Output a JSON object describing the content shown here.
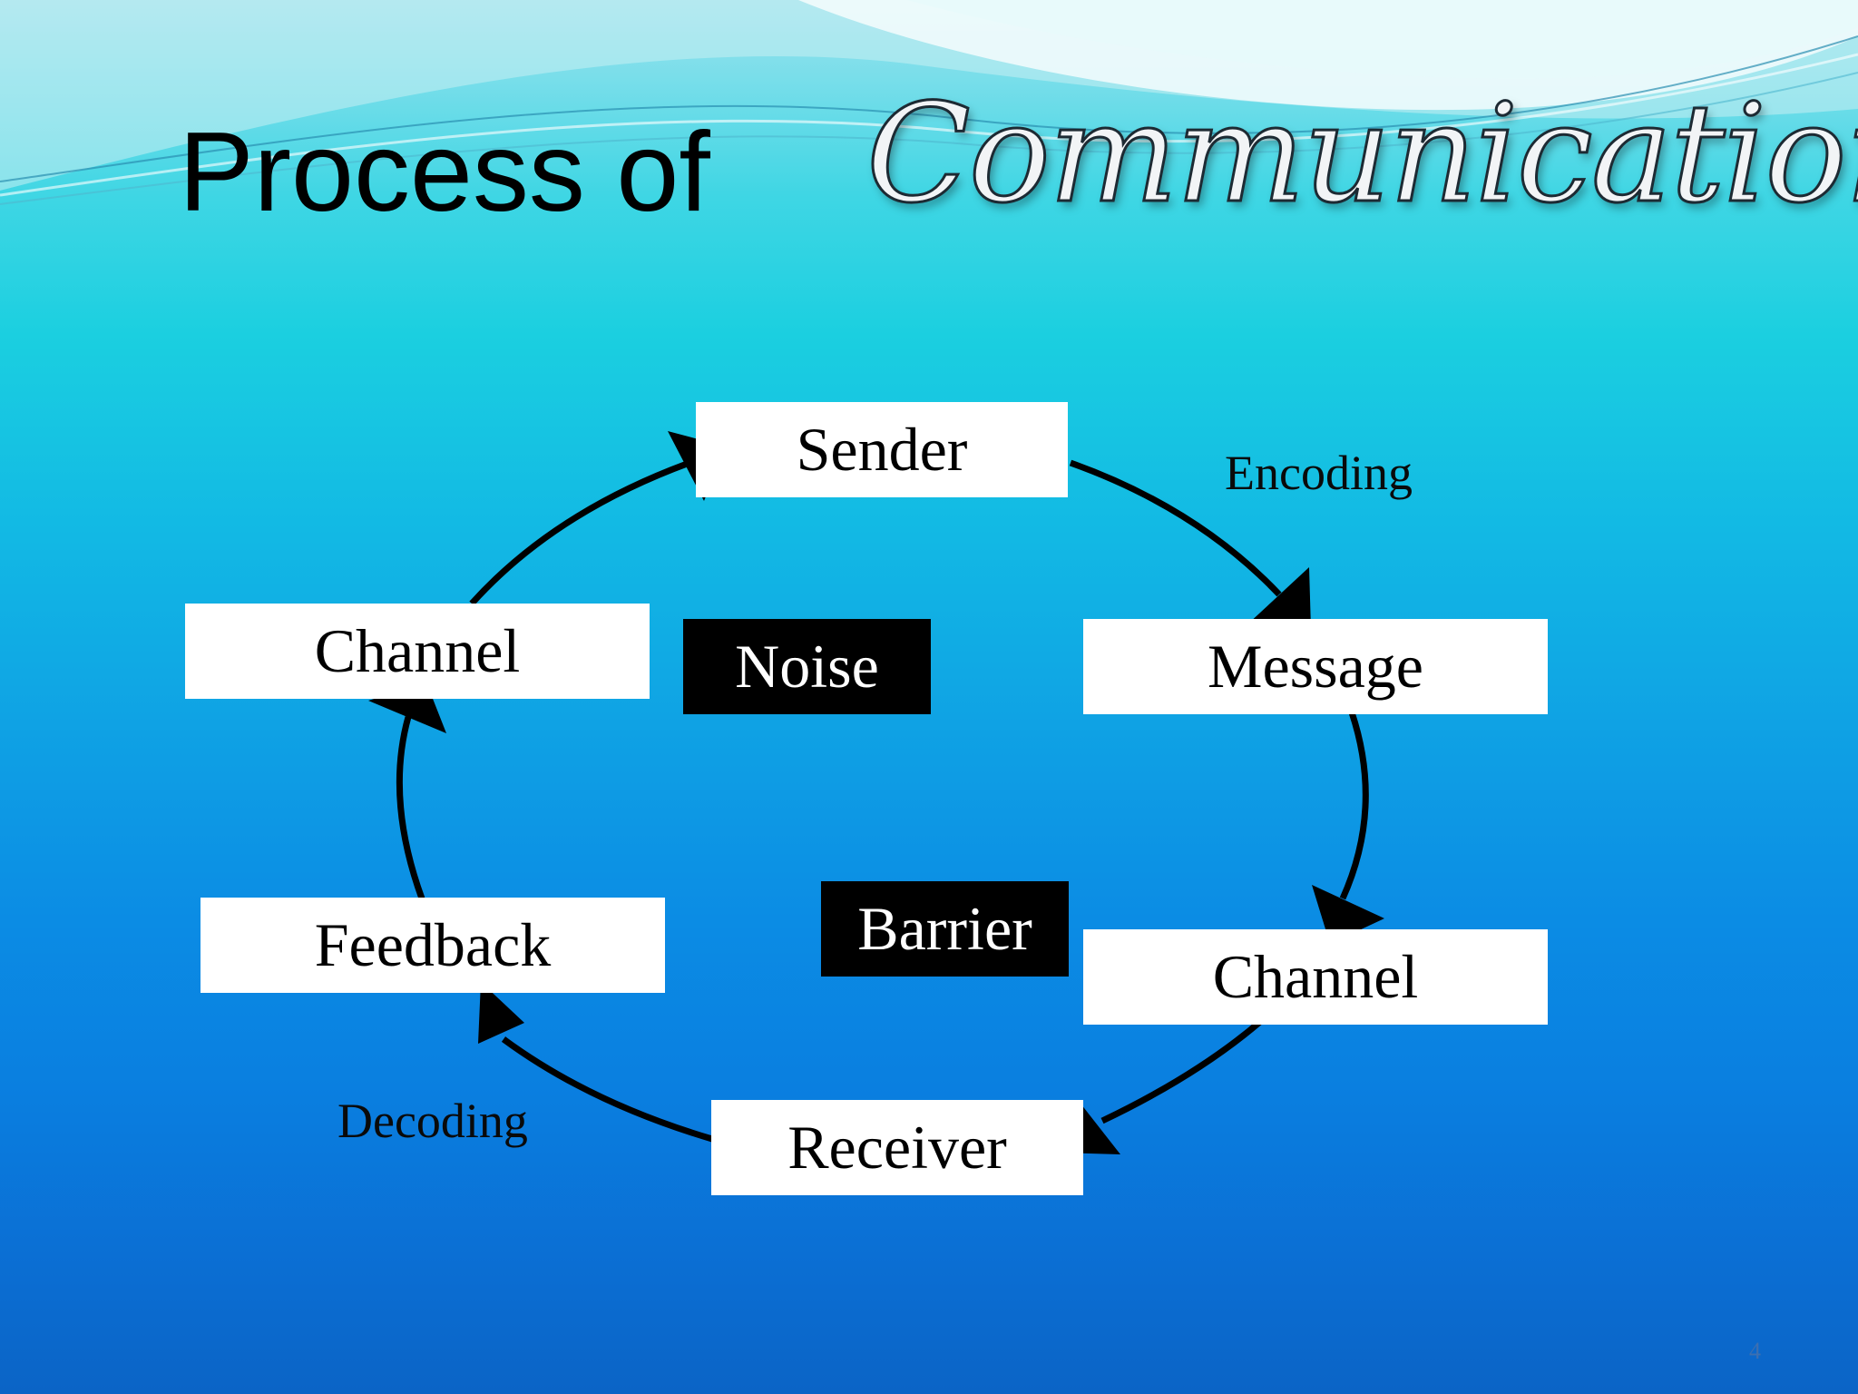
{
  "slide": {
    "title_plain": "Process of",
    "title_script": "Communication",
    "page_number": "4"
  },
  "nodes": {
    "sender": "Sender",
    "message": "Message",
    "channel_right": "Channel",
    "receiver": "Receiver",
    "feedback": "Feedback",
    "channel_left": "Channel",
    "noise": "Noise",
    "barrier": "Barrier"
  },
  "labels": {
    "encoding": "Encoding",
    "decoding": "Decoding"
  },
  "flow": [
    {
      "from": "Sender",
      "to": "Message"
    },
    {
      "from": "Message",
      "to": "Channel"
    },
    {
      "from": "Channel",
      "to": "Receiver"
    },
    {
      "from": "Receiver",
      "to": "Feedback"
    },
    {
      "from": "Feedback",
      "to": "Channel"
    },
    {
      "from": "Channel",
      "to": "Sender"
    }
  ],
  "colors": {
    "box_fill": "#ffffff",
    "dark_box_fill": "#000000",
    "arrow": "#000000"
  }
}
